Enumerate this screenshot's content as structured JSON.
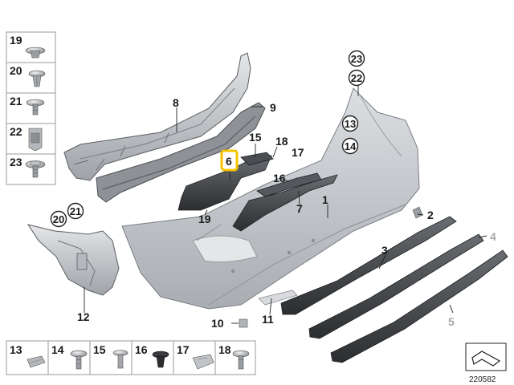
{
  "diagram": {
    "reference_id": "220582",
    "left_column_parts": [
      "19",
      "20",
      "21",
      "22",
      "23"
    ],
    "bottom_row_parts": [
      "13",
      "14",
      "15",
      "16",
      "17",
      "18"
    ],
    "callouts": {
      "p1": "1",
      "p2": "2",
      "p3": "3",
      "p4": "4",
      "p5": "5",
      "p6": "6",
      "p7": "7",
      "p8": "8",
      "p9": "9",
      "p10": "10",
      "p11": "11",
      "p12": "12",
      "p15": "15",
      "p16": "16",
      "p17": "17",
      "p18": "18",
      "p19": "19"
    },
    "circled_callouts": {
      "c13": "13",
      "c14": "14",
      "c20": "20",
      "c21": "21",
      "c22": "22",
      "c23": "23"
    },
    "colors": {
      "highlight": "#f5c400",
      "bumper": "#c9ccd0",
      "dark_part": "#3a3c3f",
      "line": "#222222"
    }
  }
}
